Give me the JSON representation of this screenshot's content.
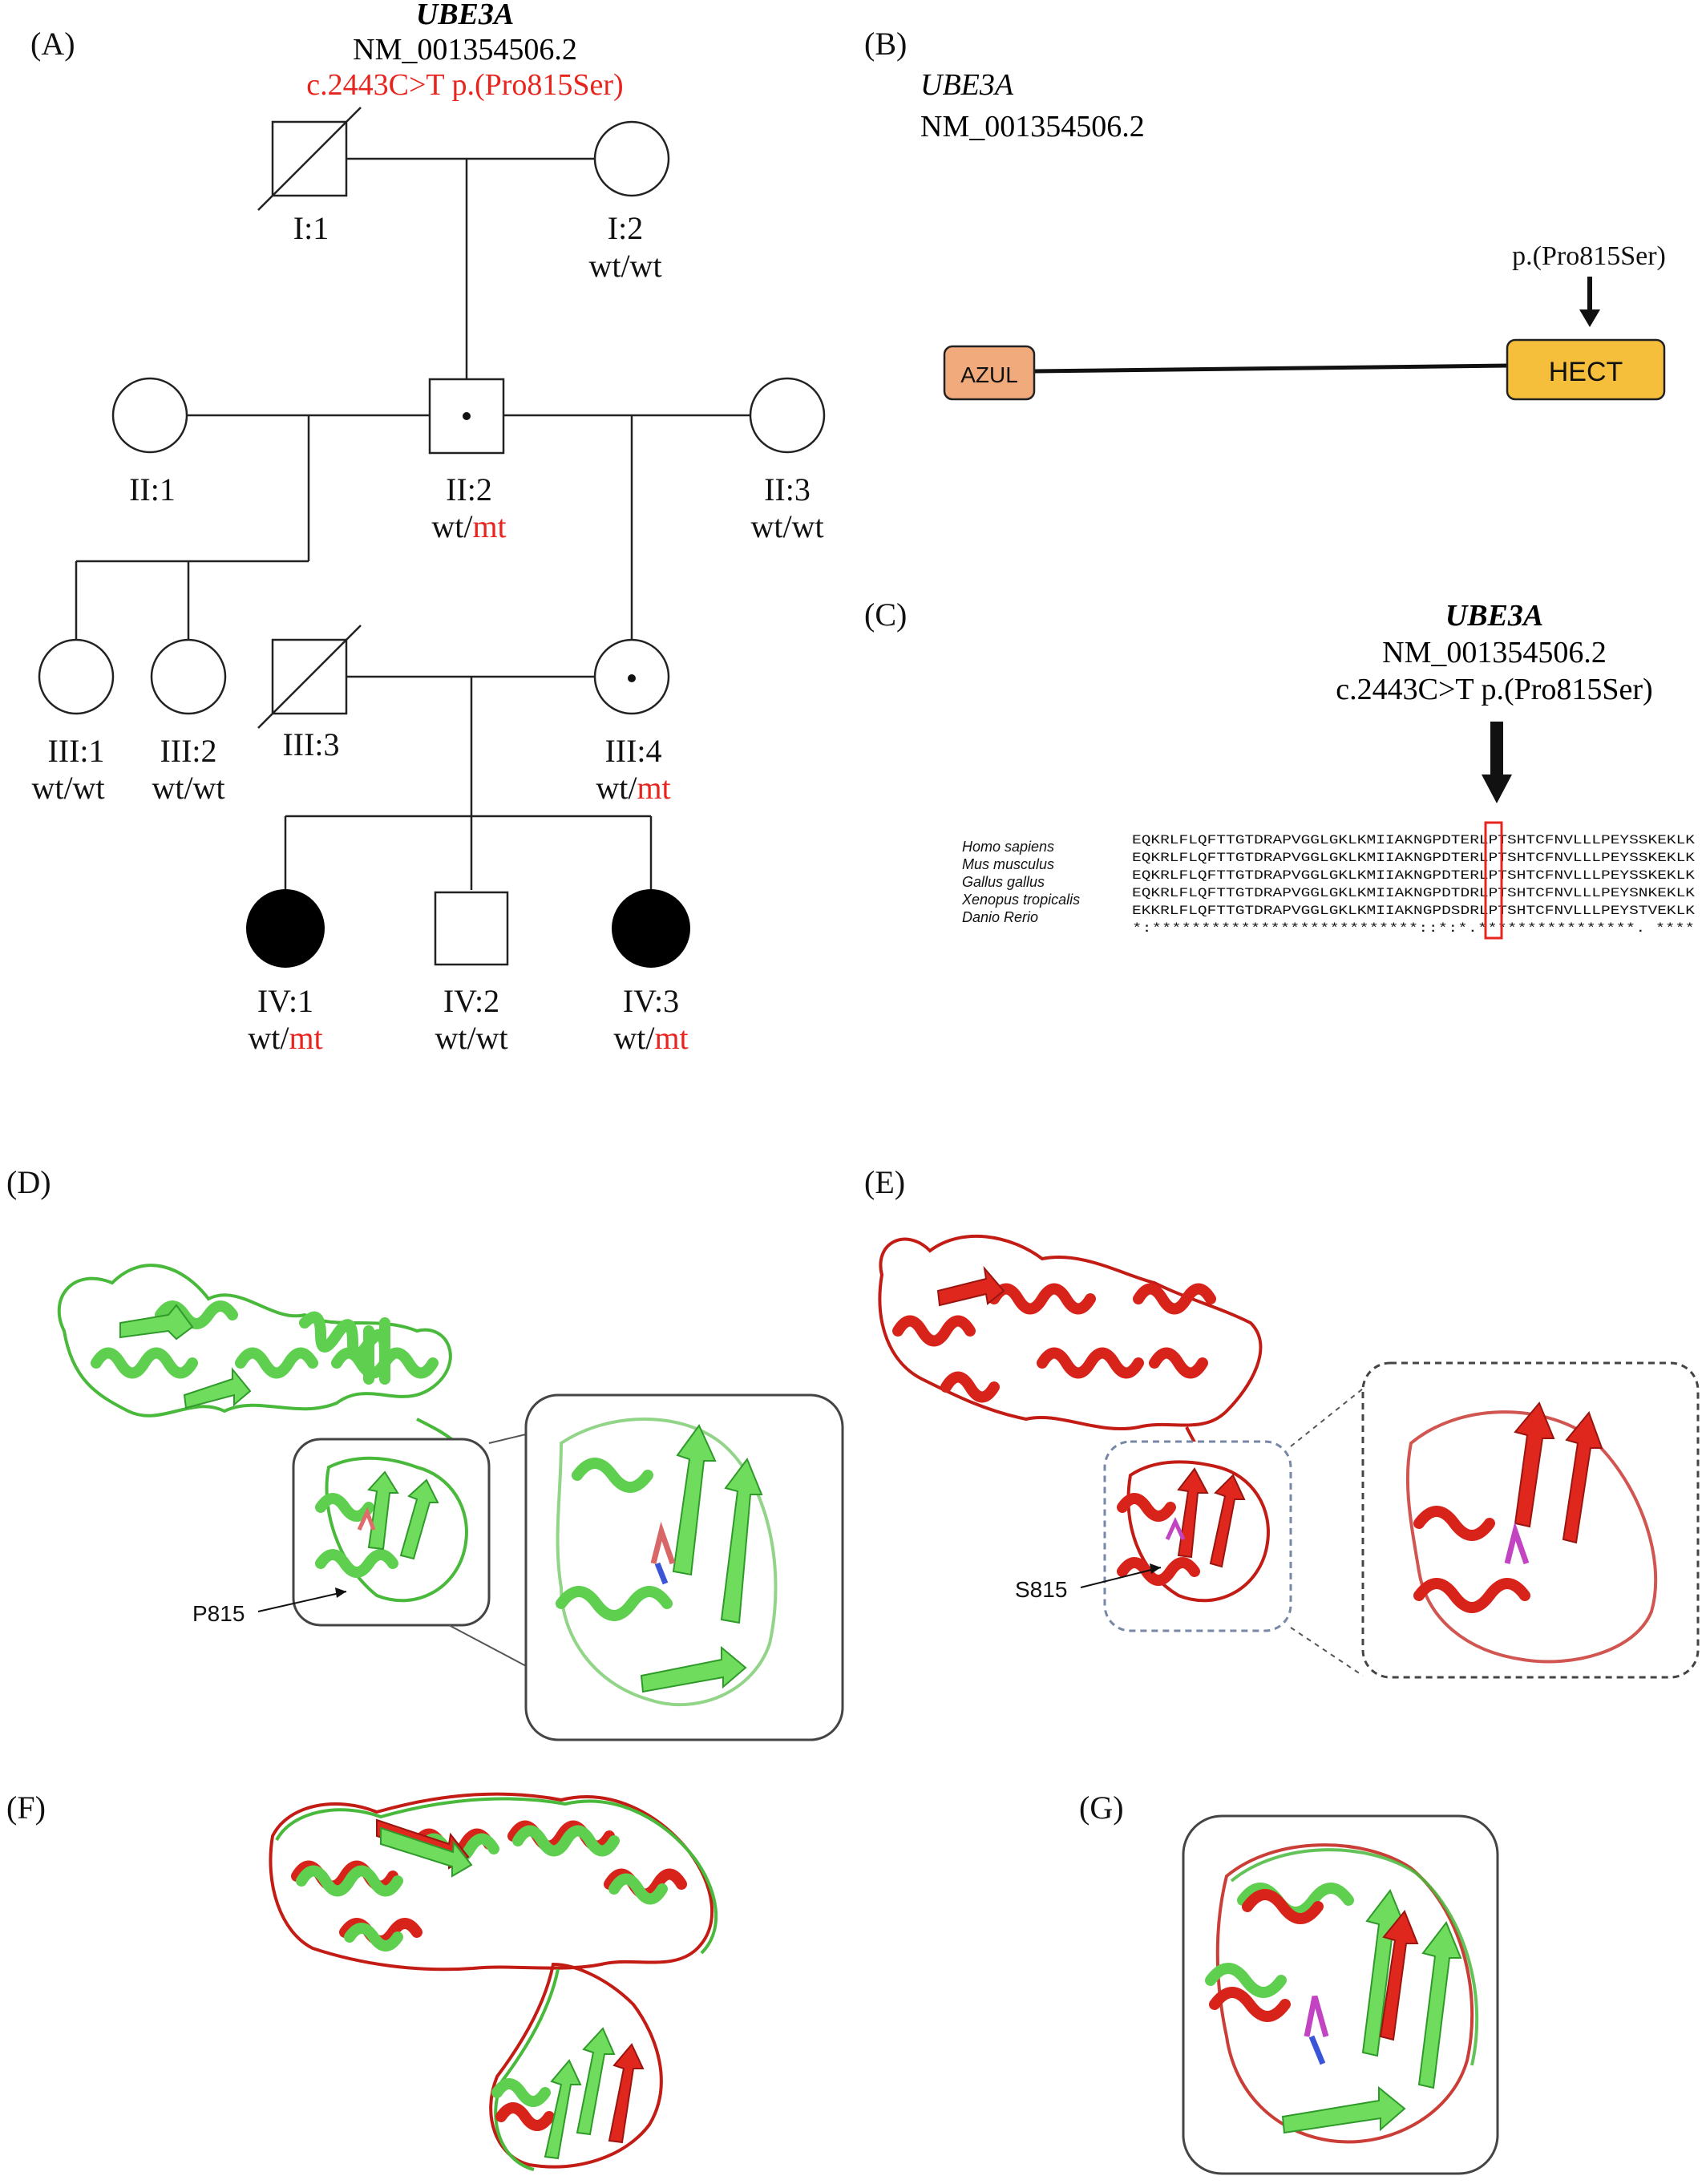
{
  "panels": {
    "a": "(A)",
    "b": "(B)",
    "c": "(C)",
    "d": "(D)",
    "e": "(E)",
    "f": "(F)",
    "g": "(G)"
  },
  "gene": "UBE3A",
  "transcript": "NM_001354506.2",
  "variant": "c.2443C>T p.(Pro815Ser)",
  "pedigree": {
    "individuals": [
      {
        "id": "I:1",
        "genotype": ""
      },
      {
        "id": "I:2",
        "genotype": "wt/wt"
      },
      {
        "id": "II:1",
        "genotype": ""
      },
      {
        "id": "II:2",
        "genotype_wt": "wt/",
        "genotype_mt": "mt"
      },
      {
        "id": "II:3",
        "genotype": "wt/wt"
      },
      {
        "id": "III:1",
        "genotype": "wt/wt"
      },
      {
        "id": "III:2",
        "genotype": "wt/wt"
      },
      {
        "id": "III:3",
        "genotype": ""
      },
      {
        "id": "III:4",
        "genotype_wt": "wt/",
        "genotype_mt": "mt"
      },
      {
        "id": "IV:1",
        "genotype_wt": "wt/",
        "genotype_mt": "mt"
      },
      {
        "id": "IV:2",
        "genotype": "wt/wt"
      },
      {
        "id": "IV:3",
        "genotype_wt": "wt/",
        "genotype_mt": "mt"
      }
    ]
  },
  "domains": {
    "protein_change": "p.(Pro815Ser)",
    "azul": "AZUL",
    "hect": "HECT",
    "colors": {
      "azul": "#f0aa7c",
      "hect": "#f5bf3c"
    }
  },
  "alignment": {
    "species": [
      "Homo sapiens",
      "Mus musculus",
      "Gallus gallus",
      "Xenopus tropicalis",
      "Danio Rerio"
    ],
    "sequences": [
      "EQKRLFLQFTTGTDRAPVGGLGKLKMIIAKNGPDTERLPTSHTCFNVLLLPEYSSKEKLK",
      "EQKRLFLQFTTGTDRAPVGGLGKLKMIIAKNGPDTERLPTSHTCFNVLLLPEYSSKEKLK",
      "EQKRLFLQFTTGTDRAPVGGLGKLKMIIAKNGPDTERLPTSHTCFNVLLLPEYSSKEKLK",
      "EQKRLFLQFTTGTDRAPVGGLGKLKMIIAKNGPDTDRLPTSHTCFNVLLLPEYSNKEKLK",
      "EKKRLFLQFTTGTDRAPVGGLGKLKMIIAKNGPDSDRLPTSHTCFNVLLLPEYSTVEKLK"
    ],
    "conservation": "*:***************************::*:*.****************. ****"
  },
  "structures": {
    "wt_residue": "P815",
    "mt_residue": "S815",
    "colors": {
      "wild_type": "#6fdc5e",
      "mutant": "#e0271e"
    }
  }
}
